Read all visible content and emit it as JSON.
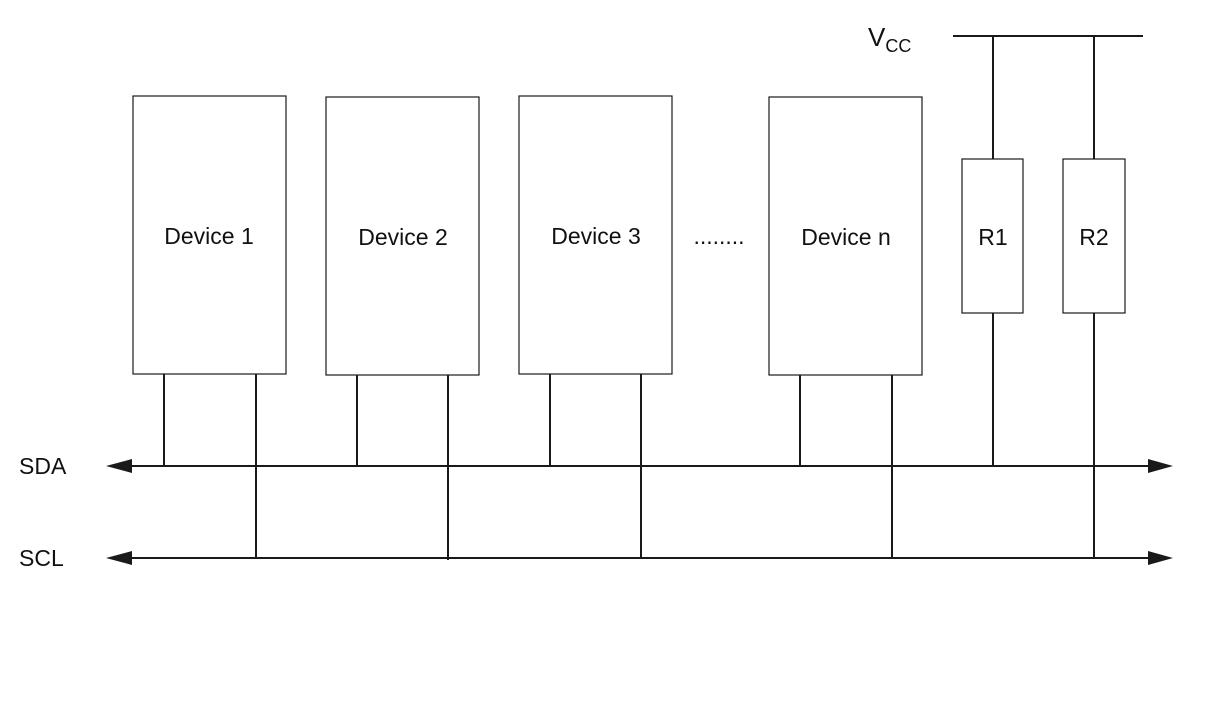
{
  "devices": [
    {
      "label": "Device 1"
    },
    {
      "label": "Device 2"
    },
    {
      "label": "Device 3"
    },
    {
      "label": "Device n"
    }
  ],
  "ellipsis": "........",
  "resistors": [
    {
      "label": "R1"
    },
    {
      "label": "R2"
    }
  ],
  "supply": {
    "main": "V",
    "sub": "CC"
  },
  "bus": {
    "sda": "SDA",
    "scl": "SCL"
  },
  "colors": {
    "line": "#1a1a1a",
    "background": "#ffffff"
  }
}
